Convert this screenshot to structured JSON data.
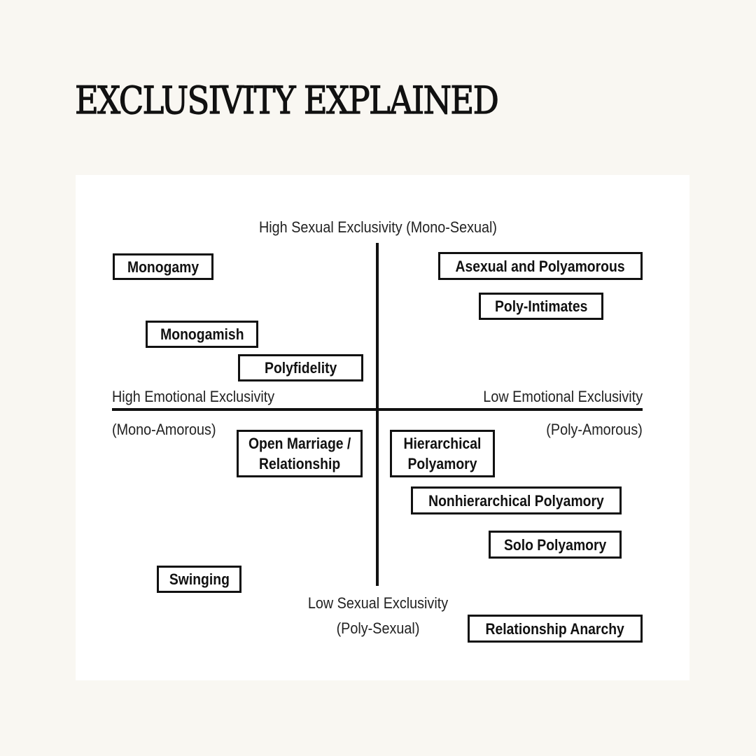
{
  "page": {
    "title": "EXCLUSIVITY EXPLAINED"
  },
  "diagram": {
    "axes": {
      "top": "High Sexual Exclusivity (Mono-Sexual)",
      "left_line1": "High Emotional Exclusivity",
      "left_line2": "(Mono-Amorous)",
      "right_line1": "Low Emotional Exclusivity",
      "right_line2": "(Poly-Amorous)",
      "bottom_line1": "Low Sexual Exclusivity",
      "bottom_line2": "(Poly-Sexual)"
    },
    "boxes": {
      "monogamy": "Monogamy",
      "asexual_polyamorous": "Asexual and Polyamorous",
      "poly_intimates": "Poly-Intimates",
      "monogamish": "Monogamish",
      "polyfidelity": "Polyfidelity",
      "open_marriage": "Open Marriage /\nRelationship",
      "hierarchical": "Hierarchical\nPolyamory",
      "nonhierarchical": "Nonhierarchical Polyamory",
      "solo": "Solo Polyamory",
      "swinging": "Swinging",
      "anarchy": "Relationship Anarchy"
    }
  },
  "colors": {
    "background": "#f9f7f2",
    "panel": "#ffffff",
    "ink": "#111111"
  }
}
